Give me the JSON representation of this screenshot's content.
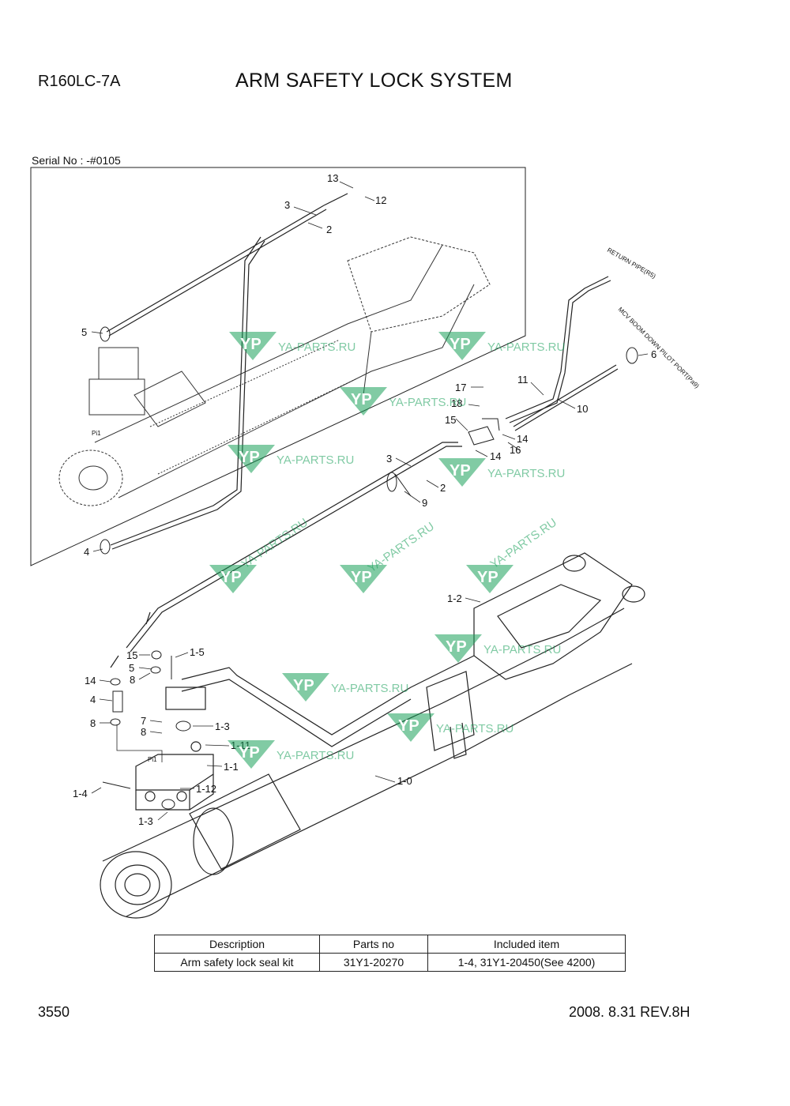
{
  "header": {
    "model": "R160LC-7A",
    "title": "ARM SAFETY LOCK SYSTEM",
    "serial": "Serial No : -#0105"
  },
  "footer": {
    "page_number": "3550",
    "revision": "2008. 8.31  REV.8H"
  },
  "diagram": {
    "callouts": [
      "13",
      "12",
      "3",
      "2",
      "5",
      "4",
      "11",
      "10",
      "17",
      "18",
      "15",
      "14",
      "16",
      "14",
      "3",
      "2",
      "9",
      "6",
      "1-2",
      "15",
      "5",
      "1-5",
      "14",
      "8",
      "4",
      "8",
      "7",
      "8",
      "1-3",
      "1-11",
      "1-1",
      "1-4",
      "1-12",
      "1-3",
      "1-0"
    ],
    "side_marks": [
      "RETURN PIPE(R5)",
      "MCV BOOM DOWN PILOT PORT(Pa9)"
    ],
    "port_marks": [
      "Pi1",
      "Pi1"
    ],
    "watermark_logo": "YP",
    "watermark_text": "YA-PARTS.RU"
  },
  "table": {
    "headers": [
      "Description",
      "Parts no",
      "Included item"
    ],
    "rows": [
      [
        "Arm safety lock seal kit",
        "31Y1-20270",
        "1-4, 31Y1-20450(See 4200)"
      ]
    ]
  }
}
